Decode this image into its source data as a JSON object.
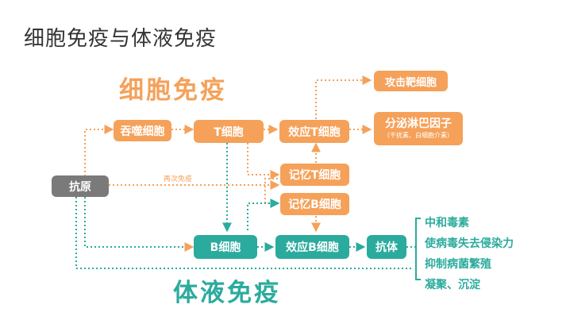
{
  "title": "细胞免疫与体液免疫",
  "cell_immunity_label": "细胞免疫",
  "humoral_immunity_label": "体液免疫",
  "nodes": {
    "antigen": "抗原",
    "phagocyte": "吞噬细胞",
    "t_cell": "T细胞",
    "effector_t": "效应T细胞",
    "attack_target": "攻击靶细胞",
    "secrete_factor": "分泌淋巴因子",
    "secrete_factor_sub": "（干扰素、白细胞介素）",
    "memory_t": "记忆T细胞",
    "memory_b": "记忆B细胞",
    "b_cell": "B细胞",
    "effector_b": "效应B细胞",
    "antibody": "抗体"
  },
  "secondary_immunity": "再次免疫",
  "antibody_effects": [
    "中和毒素",
    "使病毒失去侵染力",
    "抑制病菌繁殖",
    "凝聚、沉淀"
  ],
  "colors": {
    "orange": "#f5a15a",
    "teal": "#2bab9d",
    "gray": "#7a7a7a",
    "title": "#333333"
  }
}
